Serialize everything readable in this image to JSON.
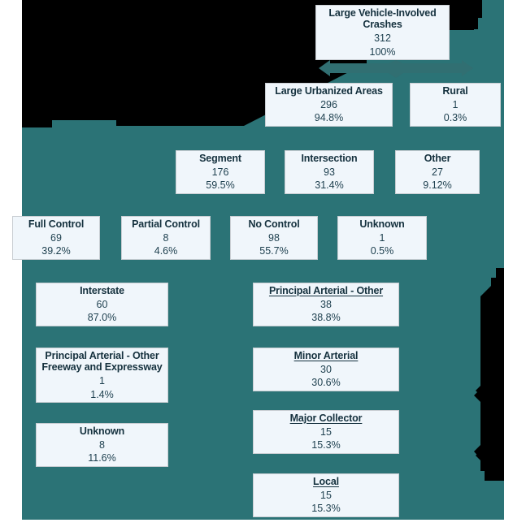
{
  "figure": {
    "type": "flow-tree",
    "background_color": "#2b7376",
    "node_fill": "#f0f6fb",
    "node_border": "#c9ced3",
    "text_color": "#15313e"
  },
  "levels": [
    {
      "name": "total",
      "nodes": [
        {
          "id": "total",
          "title": "Large Vehicle-Involved\nCrashes",
          "count": "312",
          "pct": "100%",
          "underline": false
        }
      ]
    },
    {
      "name": "area-type",
      "nodes": [
        {
          "id": "large-urbanized-areas",
          "title": "Large Urbanized Areas",
          "count": "296",
          "pct": "94.8%",
          "underline": false
        },
        {
          "id": "rural",
          "title": "Rural",
          "count": "1",
          "pct": "0.3%",
          "underline": false
        }
      ]
    },
    {
      "name": "location-type",
      "nodes": [
        {
          "id": "segment",
          "title": "Segment",
          "count": "176",
          "pct": "59.5%",
          "underline": false
        },
        {
          "id": "intersection",
          "title": "Intersection",
          "count": "93",
          "pct": "31.4%",
          "underline": false
        },
        {
          "id": "other",
          "title": "Other",
          "count": "27",
          "pct": "9.12%",
          "underline": false
        }
      ]
    },
    {
      "name": "access-control",
      "nodes": [
        {
          "id": "full-control",
          "title": "Full Control",
          "count": "69",
          "pct": "39.2%",
          "underline": false
        },
        {
          "id": "partial-control",
          "title": "Partial Control",
          "count": "8",
          "pct": "4.6%",
          "underline": false
        },
        {
          "id": "no-control",
          "title": "No Control",
          "count": "98",
          "pct": "55.7%",
          "underline": false
        },
        {
          "id": "unknown-control",
          "title": "Unknown",
          "count": "1",
          "pct": "0.5%",
          "underline": false
        }
      ]
    },
    {
      "name": "functional-class-left",
      "nodes": [
        {
          "id": "interstate",
          "title": "Interstate",
          "count": "60",
          "pct": "87.0%",
          "underline": false
        },
        {
          "id": "pao-freeway-expressway",
          "title": "Principal Arterial - Other\nFreeway and Expressway",
          "count": "1",
          "pct": "1.4%",
          "underline": false
        },
        {
          "id": "unknown-class",
          "title": "Unknown",
          "count": "8",
          "pct": "11.6%",
          "underline": false
        }
      ]
    },
    {
      "name": "functional-class-right",
      "nodes": [
        {
          "id": "principal-arterial-other",
          "title": "Principal Arterial - Other",
          "count": "38",
          "pct": "38.8%",
          "underline": true
        },
        {
          "id": "minor-arterial",
          "title": "Minor Arterial",
          "count": "30",
          "pct": "30.6%",
          "underline": true
        },
        {
          "id": "major-collector",
          "title": "Major Collector",
          "count": "15",
          "pct": "15.3%",
          "underline": true
        },
        {
          "id": "local",
          "title": "Local",
          "count": "15",
          "pct": "15.3%",
          "underline": true
        }
      ]
    }
  ],
  "connectors": [
    {
      "id": "total-to-area-type",
      "kind": "double-headed-arrow-band"
    }
  ]
}
